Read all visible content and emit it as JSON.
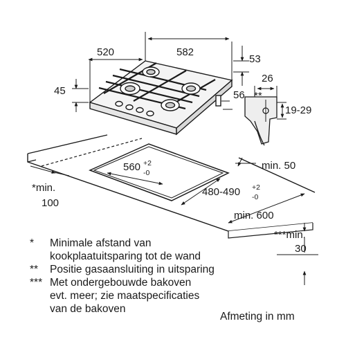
{
  "dimensions": {
    "hob_depth": "520",
    "hob_width": "582",
    "hob_height": "45",
    "top_offset": "53",
    "side_height": "56",
    "pipe_offset": "26",
    "pipe_marker": "**",
    "pipe_range": "19-29",
    "cutout_width": "560",
    "cutout_width_tol_top": "+2",
    "cutout_width_tol_bottom": "-0",
    "cutout_depth": "480-490",
    "cutout_depth_tol_top": "+2",
    "cutout_depth_tol_bottom": "-0",
    "min_wall_line1": "*min.",
    "min_wall_line2": "100",
    "min_back": "min. 50",
    "min_worktop": "min. 600",
    "min_oven_line1": "***min.",
    "min_oven_line2": "30"
  },
  "notes": [
    {
      "marker": "*",
      "line1": "Minimale afstand van",
      "line2": "kookplaatuitsparing tot de wand"
    },
    {
      "marker": "**",
      "line1": "Positie gasaansluiting in uitsparing"
    },
    {
      "marker": "***",
      "line1": "Met ondergebouwde bakoven",
      "line2": "evt. meer; zie maatspecificaties",
      "line3": "van de bakoven"
    }
  ],
  "unit_label": "Afmeting in mm"
}
